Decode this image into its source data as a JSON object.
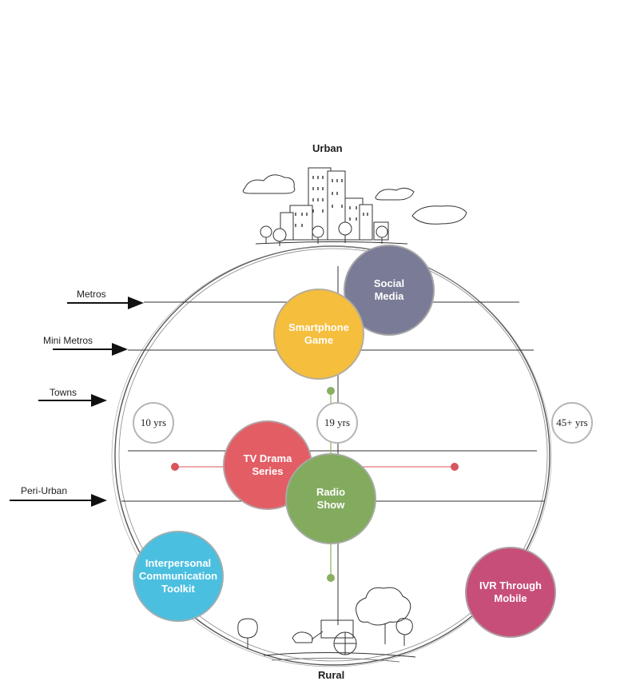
{
  "axis": {
    "top": "Urban",
    "bottom": "Rural"
  },
  "levels": [
    {
      "label": "Metros"
    },
    {
      "label": "Mini Metros"
    },
    {
      "label": "Towns"
    },
    {
      "label": "Peri-Urban"
    }
  ],
  "ages": [
    {
      "label": "10 yrs"
    },
    {
      "label": "19 yrs"
    },
    {
      "label": "45+ yrs"
    }
  ],
  "channels": [
    {
      "label": "Social\nMedia",
      "color": "#7a7b96"
    },
    {
      "label": "Smartphone\nGame",
      "color": "#f5be3c"
    },
    {
      "label": "TV Drama\nSeries",
      "color": "#e35d65"
    },
    {
      "label": "Radio\nShow",
      "color": "#82ab5e"
    },
    {
      "label": "Interpersonal\nCommunication\nToolkit",
      "color": "#4bbfe0"
    },
    {
      "label": "IVR Through\nMobile",
      "color": "#c74e79"
    }
  ],
  "colors": {
    "line": "#333333",
    "circle_outline": "#555555",
    "marker_red": "#d9545c",
    "marker_green": "#8aaf63"
  },
  "icons": [
    "city-skyline-icon",
    "cloud-icon",
    "tree-icon",
    "bullock-cart-icon"
  ]
}
